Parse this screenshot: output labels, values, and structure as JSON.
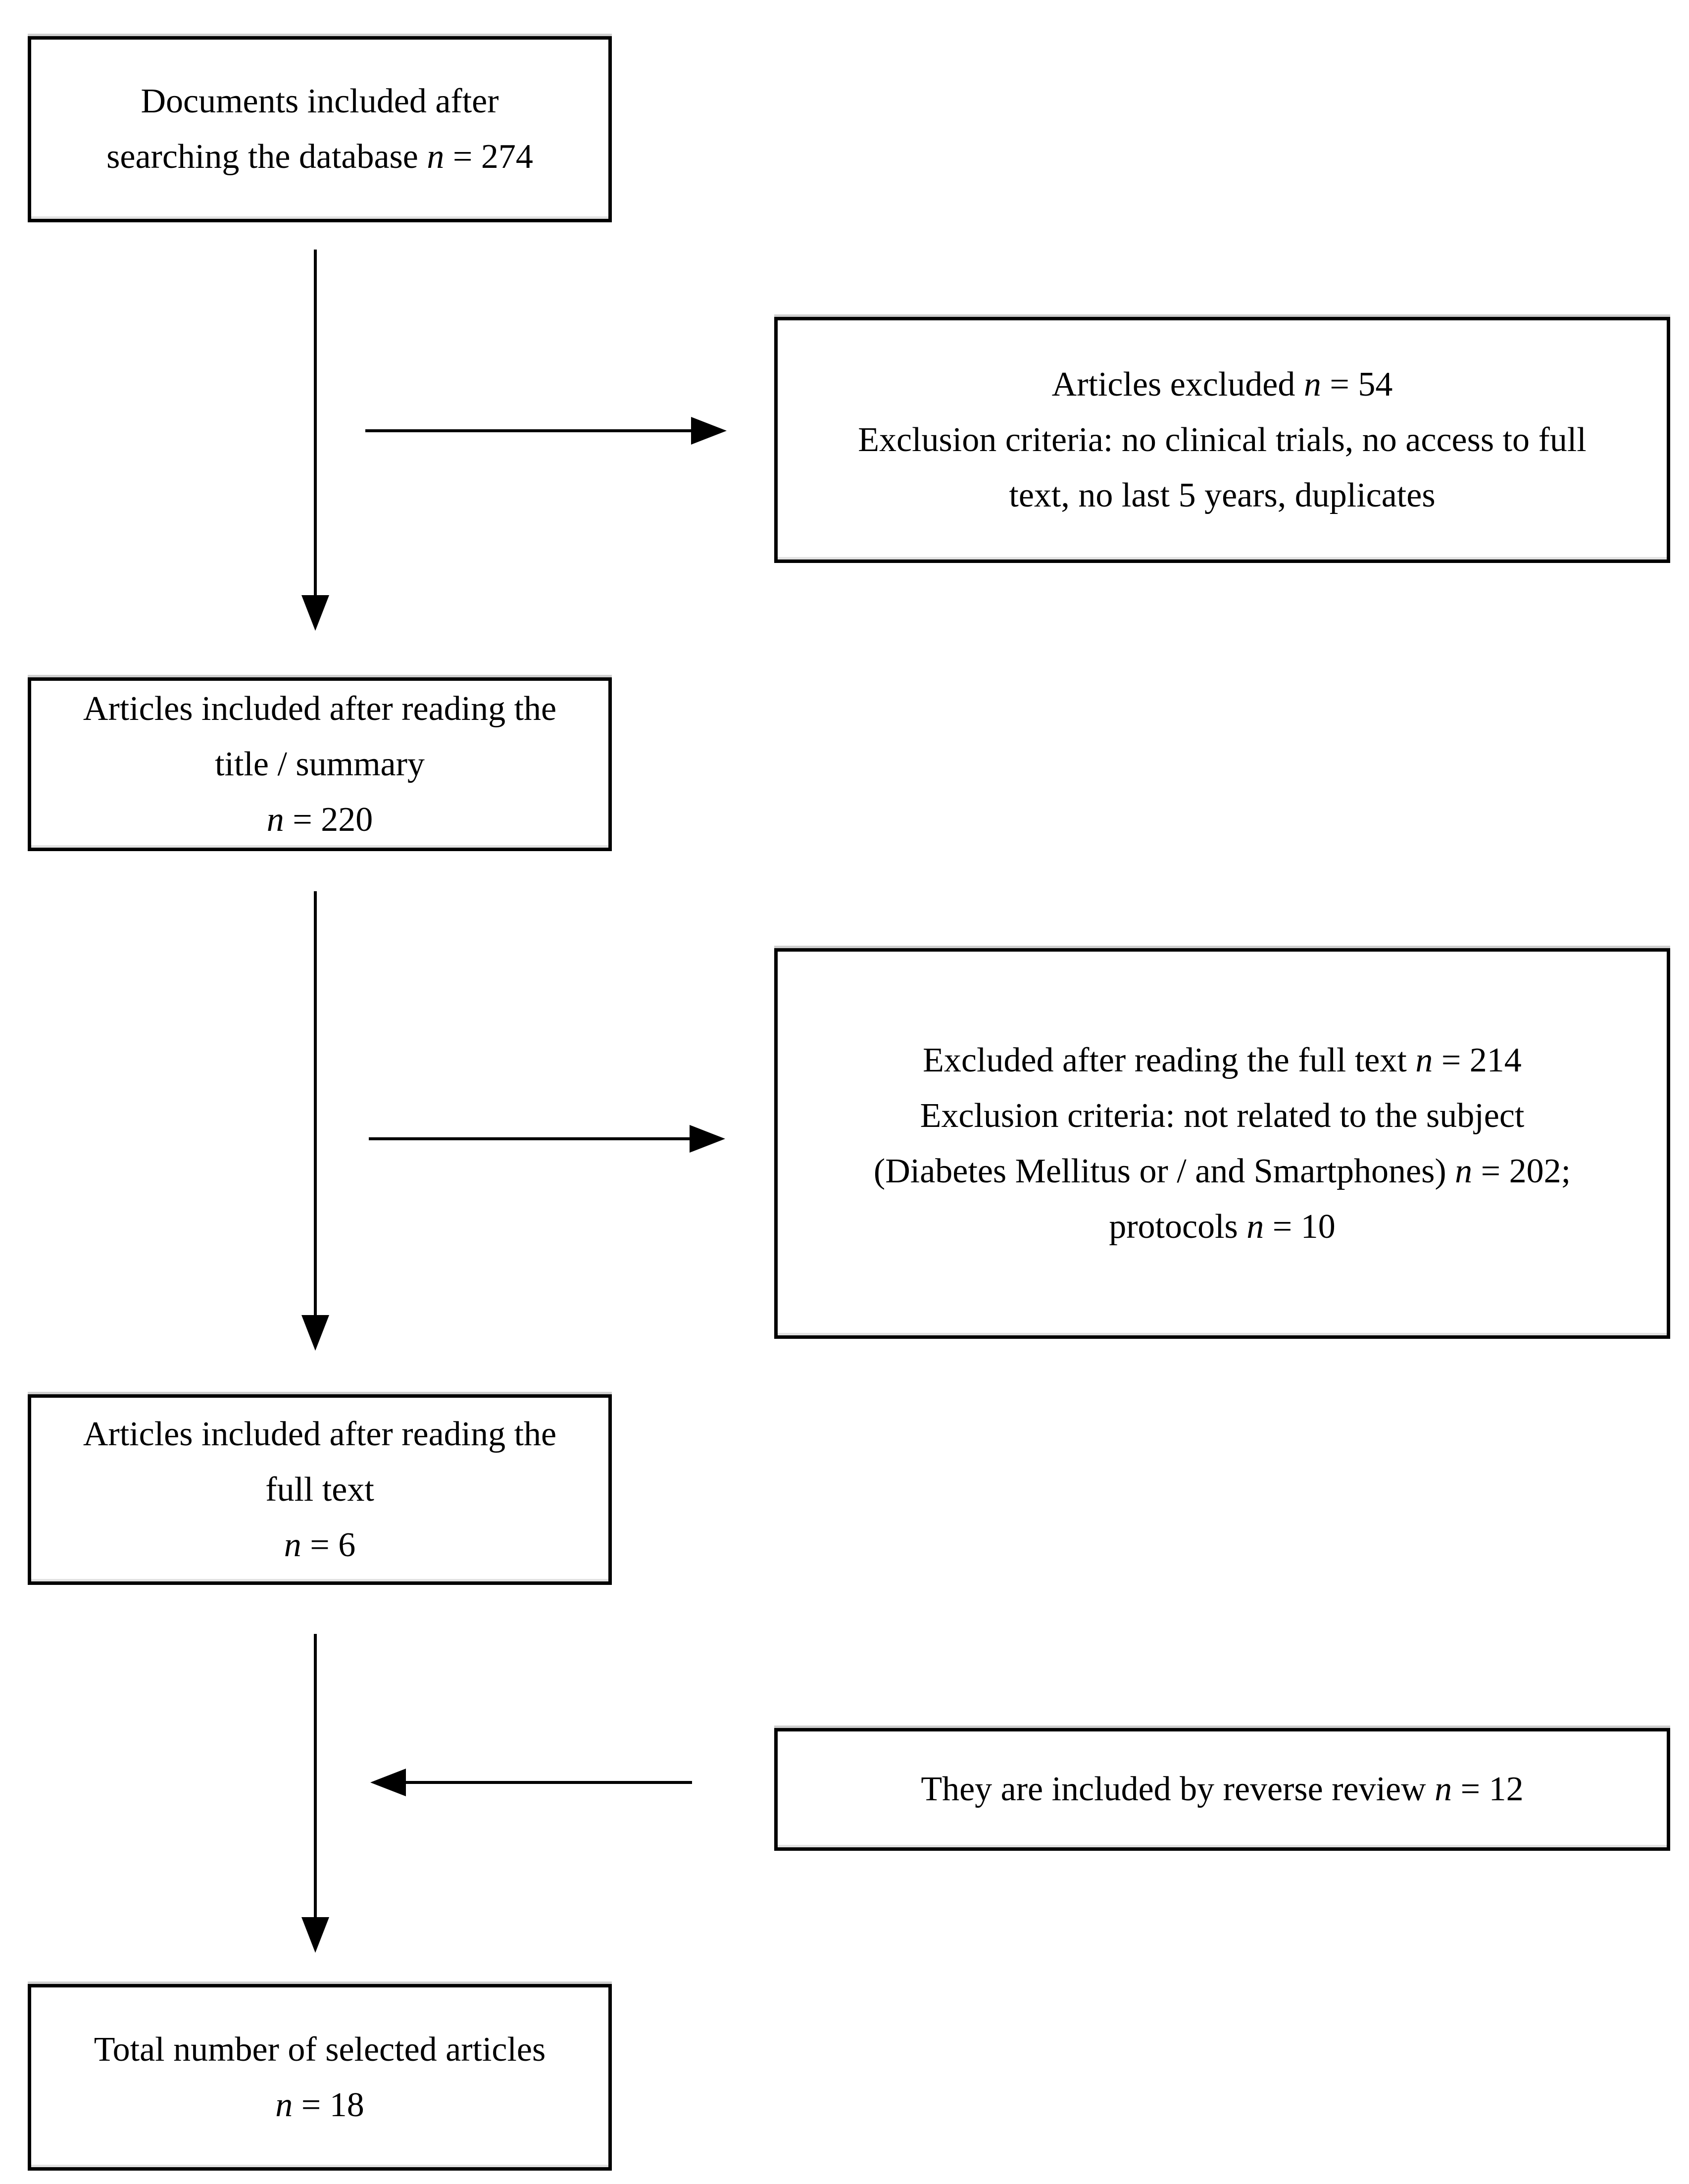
{
  "diagram": {
    "background_color": "#ffffff",
    "line_color": "#000000",
    "text_color": "#000000",
    "boxes": {
      "documents": {
        "lines": [
          [
            "Documents included after"
          ],
          [
            "searching the database ",
            "n",
            " = 274"
          ]
        ]
      },
      "excluded_search": {
        "lines": [
          [
            "Articles excluded ",
            "n",
            " = 54"
          ],
          [
            "Exclusion criteria: no clinical trials, no access to full"
          ],
          [
            "text, no last 5 years, duplicates"
          ]
        ]
      },
      "title_summary": {
        "lines": [
          [
            "Articles included after reading the"
          ],
          [
            "title / summary"
          ],
          [
            "n",
            " = 220"
          ]
        ]
      },
      "excluded_fulltext": {
        "lines": [
          [
            "Excluded after reading the full text ",
            "n",
            " = 214"
          ],
          [
            "Exclusion criteria: not related to the subject"
          ],
          [
            "(Diabetes Mellitus or / and Smartphones) ",
            "n",
            " = 202;"
          ],
          [
            "protocols ",
            "n",
            " = 10"
          ]
        ]
      },
      "fulltext": {
        "lines": [
          [
            "Articles included after reading the"
          ],
          [
            "full text"
          ],
          [
            "n",
            " = 6"
          ]
        ]
      },
      "reverse_review": {
        "lines": [
          [
            "They are included by reverse review ",
            "n",
            " = 12"
          ]
        ]
      },
      "total": {
        "lines": [
          [
            "Total number of selected articles"
          ],
          [
            "n",
            " = 18"
          ]
        ]
      }
    }
  }
}
